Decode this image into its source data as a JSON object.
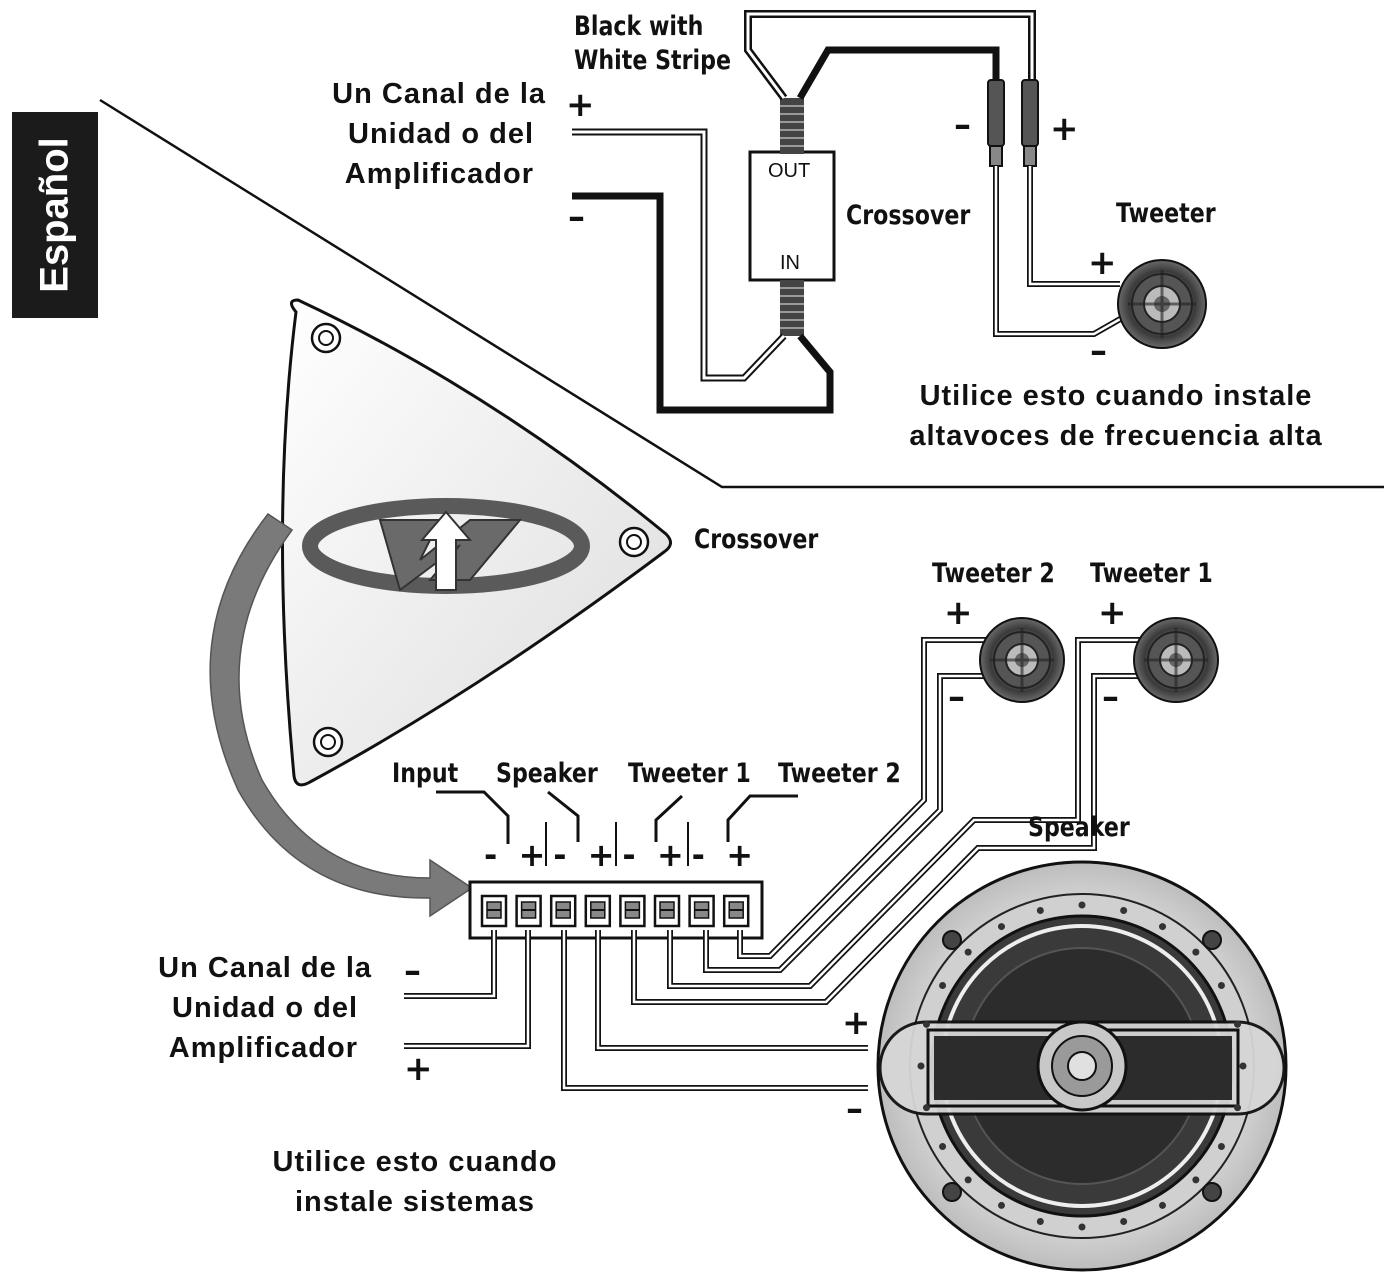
{
  "side_tab": "Español",
  "top": {
    "wire_label": [
      "Black with",
      "White Stripe"
    ],
    "source_label": [
      "Un Canal de la",
      "Unidad o del",
      "Amplificador"
    ],
    "source_plus": "+",
    "source_minus": "–",
    "crossover_box": {
      "out": "OUT",
      "in": "IN"
    },
    "crossover_label": "Crossover",
    "tweeter_label": "Tweeter",
    "tweeter_wire_minus": "–",
    "tweeter_wire_plus": "+",
    "tweeter_plus": "+",
    "tweeter_minus": "–",
    "caption": [
      "Utilice esto cuando instale",
      "altavoces de frecuencia alta"
    ]
  },
  "bottom": {
    "crossover_label": "Crossover",
    "tweeter2_label": "Tweeter 2",
    "tweeter1_label": "Tweeter 1",
    "tweeter2_plus": "+",
    "tweeter2_minus": "–",
    "tweeter1_plus": "+",
    "tweeter1_minus": "–",
    "terminal_groups": [
      "Input",
      "Speaker",
      "Tweeter 1",
      "Tweeter 2"
    ],
    "terminal_signs": [
      "-",
      "+",
      "-",
      "+",
      "-",
      "+",
      "-",
      "+"
    ],
    "speaker_label": "Speaker",
    "speaker_plus": "+",
    "speaker_minus": "–",
    "source_label": [
      "Un Canal de la",
      "Unidad o del",
      "Amplificador"
    ],
    "source_minus": "–",
    "source_plus": "+",
    "caption": [
      "Utilice esto cuando",
      "instale sistemas"
    ]
  }
}
